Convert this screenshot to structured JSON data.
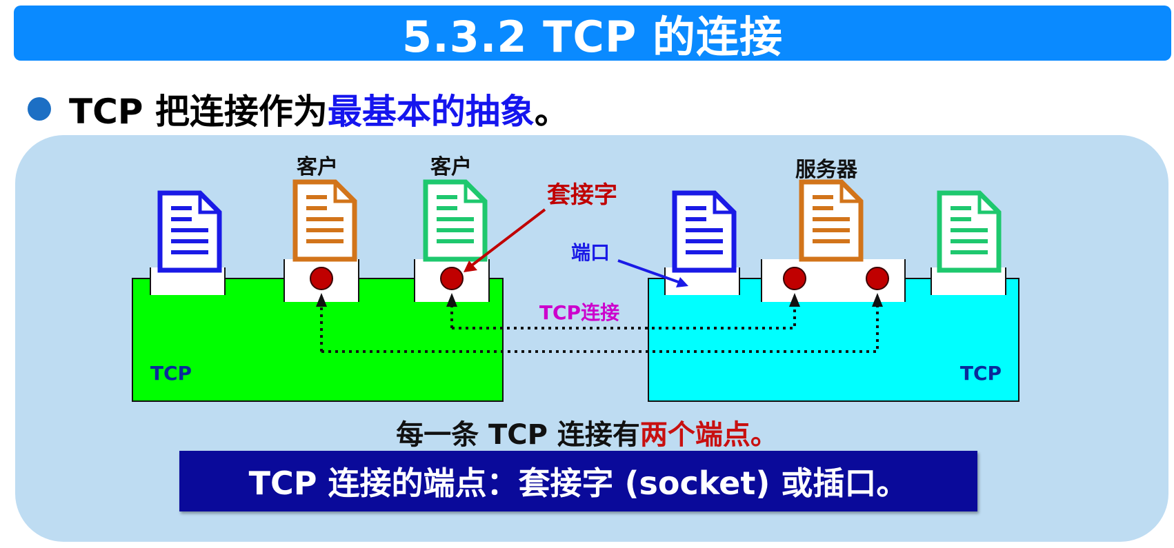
{
  "title": "5.3.2  TCP 的连接",
  "bullet": {
    "text": "TCP 把连接作为",
    "emphasis": "最基本的抽象",
    "end": "。"
  },
  "diagram": {
    "client1_label": "客户",
    "client2_label": "客户",
    "server_label": "服务器",
    "socket_label": "套接字",
    "port_label": "端口",
    "connection_label": "TCP连接",
    "left_tcp_label": "TCP",
    "right_tcp_label": "TCP"
  },
  "caption": {
    "text": "每一条 TCP 连接有",
    "emphasis": "两个端点。"
  },
  "note": "TCP 连接的端点：套接字 (socket) 或插口。",
  "colors": {
    "title_bg": "#0a8aff",
    "panel_bg": "#bedcf2",
    "left_host": "#00ff00",
    "right_host": "#00ffff",
    "doc_blue": "#1a1ae6",
    "doc_orange": "#d2741a",
    "doc_green": "#1ec86e",
    "socket": "#c00000",
    "note_bg": "#0a0a9a",
    "connection_text": "#cc00cc"
  }
}
